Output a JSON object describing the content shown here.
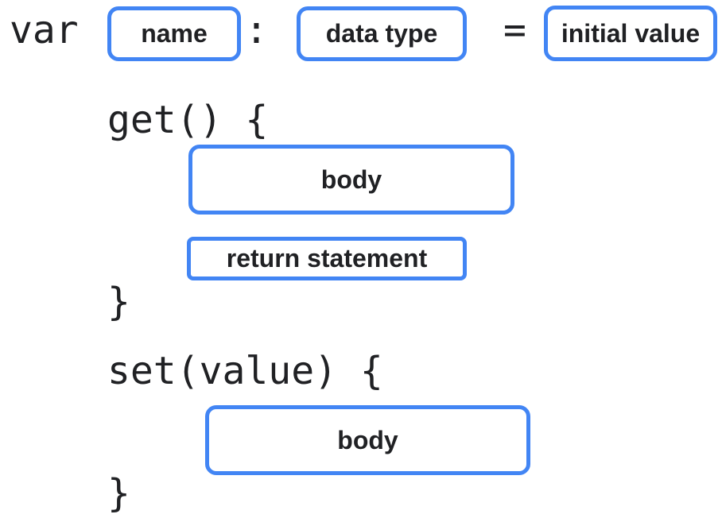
{
  "colors": {
    "accent": "#4285F4",
    "code": "#202124",
    "label": "#202124",
    "bg": "#ffffff"
  },
  "diagram": {
    "declaration": {
      "keyword": "var",
      "name_placeholder": "name",
      "colon": ":",
      "type_placeholder": "data type",
      "equals": "=",
      "initial_value_placeholder": "initial value"
    },
    "getter": {
      "signature": "get() {",
      "body_placeholder": "body",
      "return_placeholder": "return statement",
      "closing_brace": "}"
    },
    "setter": {
      "signature": "set(value) {",
      "body_placeholder": "body",
      "closing_brace": "}"
    }
  }
}
